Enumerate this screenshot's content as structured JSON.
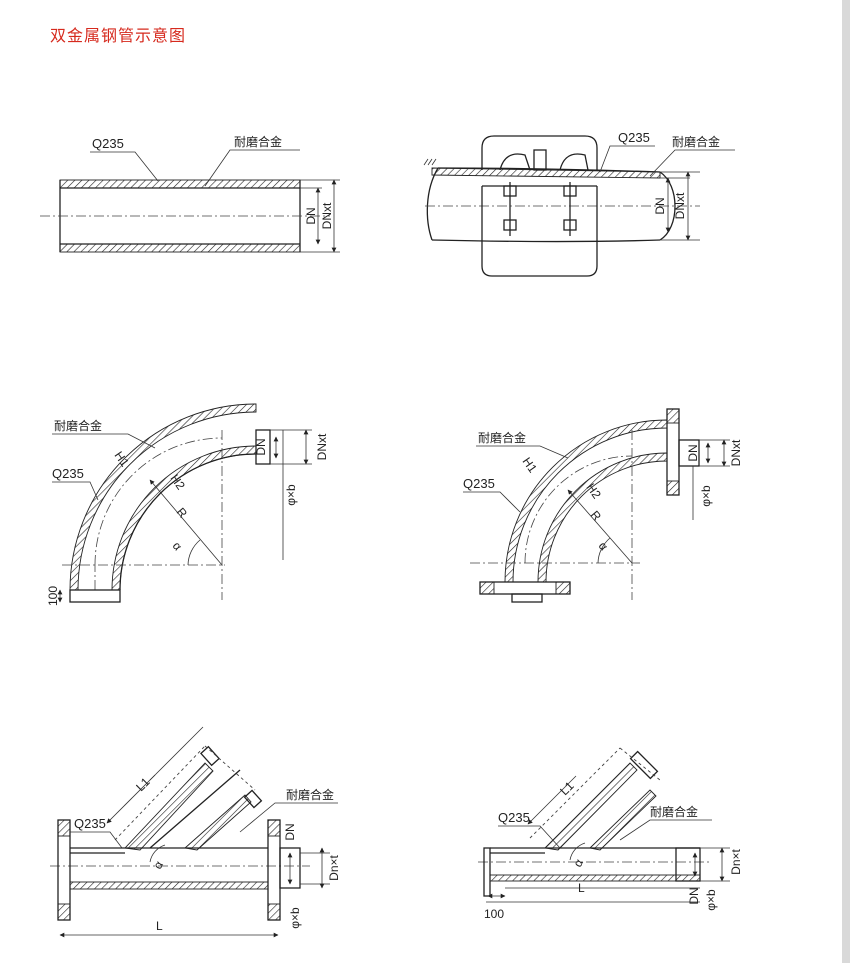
{
  "title": "双金属钢管示意图",
  "colors": {
    "title": "#d62a1e",
    "line": "#222222"
  },
  "diagrams": [
    {
      "id": "straight-pipe",
      "labels": {
        "outer": "Q235",
        "inner": "耐磨合金",
        "dn": "DN",
        "dnxt": "DNxt"
      }
    },
    {
      "id": "coupled-pipe",
      "labels": {
        "outer": "Q235",
        "inner": "耐磨合金",
        "dn": "DN",
        "dnxt": "DNxt"
      }
    },
    {
      "id": "elbow-plain",
      "labels": {
        "inner": "耐磨合金",
        "outer": "Q235",
        "h1": "H1",
        "h2": "H2",
        "r": "R",
        "alpha": "α",
        "dn": "DN",
        "dnxt": "DNxt",
        "phixb": "φ×b",
        "len100": "100"
      }
    },
    {
      "id": "elbow-flanged",
      "labels": {
        "inner": "耐磨合金",
        "outer": "Q235",
        "h1": "H1",
        "h2": "H2",
        "r": "R",
        "alpha": "α",
        "dn": "DN",
        "dnxt": "DNxt",
        "phixb": "φ×b"
      }
    },
    {
      "id": "tee-flanged",
      "labels": {
        "outer": "Q235",
        "inner": "耐磨合金",
        "l1": "L1",
        "alpha": "α",
        "dn": "DN",
        "dnxt": "Dn×t",
        "phixb": "φ×b",
        "l": "L"
      }
    },
    {
      "id": "tee-plain",
      "labels": {
        "outer": "Q235",
        "inner": "耐磨合金",
        "l1": "L1",
        "alpha": "α",
        "dn": "DN",
        "dnxt": "Dn×t",
        "phixb": "φ×b",
        "l": "L",
        "len100": "100"
      }
    }
  ]
}
